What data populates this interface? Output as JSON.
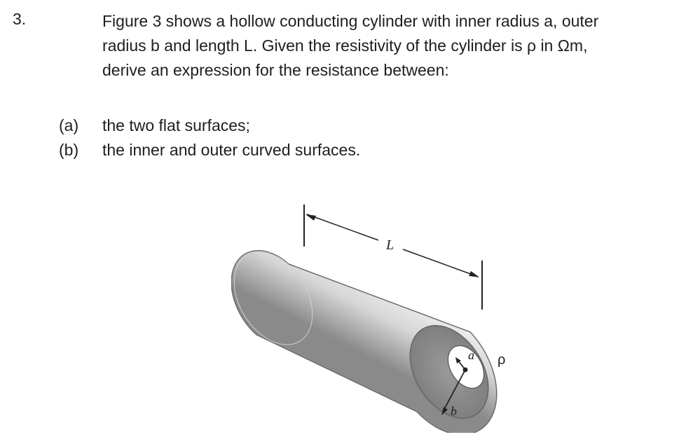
{
  "question": {
    "number": "3.",
    "stem_lines": [
      "Figure 3 shows a hollow conducting cylinder with inner radius a, outer",
      "radius b and length L. Given the resistivity of the cylinder is ρ in Ωm,",
      "derive an expression for the resistance between:"
    ],
    "parts": [
      {
        "label": "(a)",
        "text": "the two flat surfaces;"
      },
      {
        "label": "(b)",
        "text": "the inner and outer curved surfaces."
      }
    ]
  },
  "figure": {
    "length_label": "L",
    "inner_radius_label": "a",
    "outer_radius_label": "b",
    "resistivity_label": "ρ"
  }
}
